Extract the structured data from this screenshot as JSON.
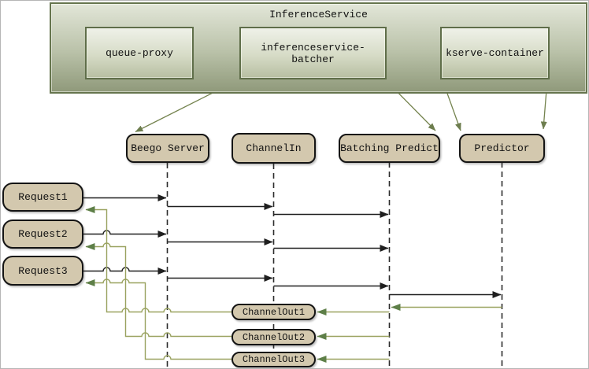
{
  "diagram": {
    "inference_service": {
      "title": "InferenceService",
      "components": [
        {
          "label": "queue-proxy"
        },
        {
          "label": "inferenceservice-batcher"
        },
        {
          "label": "kserve-container"
        }
      ]
    },
    "lifelines": [
      {
        "label": "Beego Server"
      },
      {
        "label": "ChannelIn"
      },
      {
        "label": "Batching Predict"
      },
      {
        "label": "Predictor"
      }
    ],
    "requests": [
      {
        "label": "Request1"
      },
      {
        "label": "Request2"
      },
      {
        "label": "Request3"
      }
    ],
    "channel_outs": [
      {
        "label": "ChannelOut1"
      },
      {
        "label": "ChannelOut2"
      },
      {
        "label": "ChannelOut3"
      }
    ],
    "colors": {
      "request_flow": "#1f1f1f",
      "response_flow_line": "#99a25f",
      "response_arrowhead": "#5e7f48",
      "service_arrow": "#5f6e49",
      "deploy_arrow": "#74834e",
      "node_fill": "#d3c8ae",
      "node_border": "#141414",
      "container_border": "#66754e"
    }
  }
}
